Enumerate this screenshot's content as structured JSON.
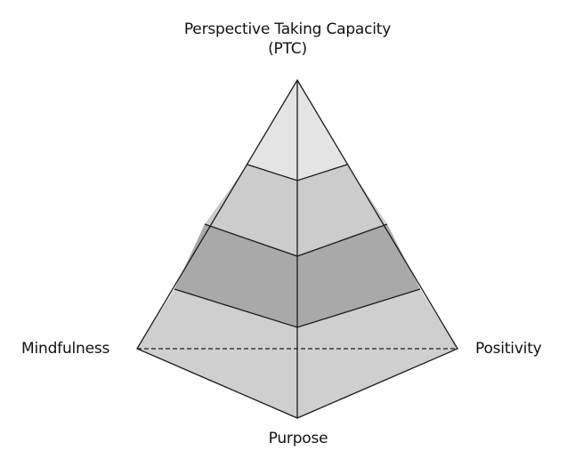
{
  "diagram": {
    "apex_label_line1": "Perspective Taking Capacity",
    "apex_label_line2": "(PTC)",
    "left_label": "Mindfulness",
    "right_label": "Positivity",
    "bottom_label": "Purpose"
  },
  "colors": {
    "band_top": "#e4e4e4",
    "band_2": "#cccccc",
    "band_3": "#a9a9a9",
    "band_base": "#cfcfcf",
    "stroke": "#1a1a1a"
  }
}
